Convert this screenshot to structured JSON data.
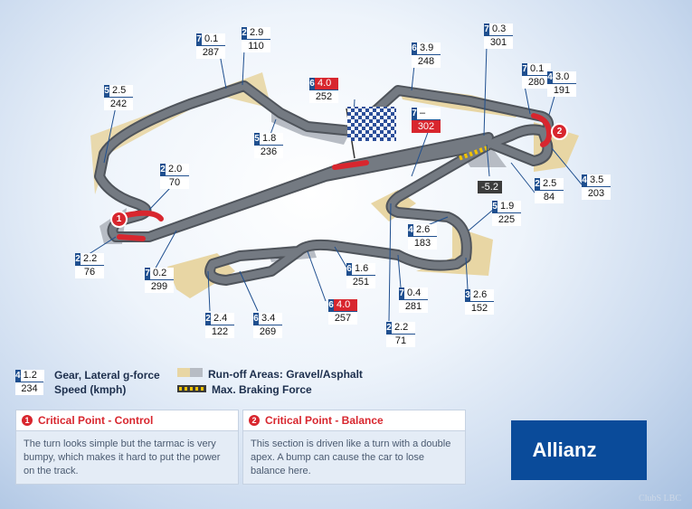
{
  "labels": [
    {
      "id": "l1",
      "gear": "7",
      "gforce": "0.1",
      "speed": "287"
    },
    {
      "id": "l2",
      "gear": "2",
      "gforce": "2.9",
      "speed": "110"
    },
    {
      "id": "l3",
      "gear": "5",
      "gforce": "2.5",
      "speed": "242"
    },
    {
      "id": "l4",
      "gear": "6",
      "gforce": "4.0",
      "speed": "252",
      "gforce_red": true
    },
    {
      "id": "l5",
      "gear": "6",
      "gforce": "3.9",
      "speed": "248"
    },
    {
      "id": "l6",
      "gear": "7",
      "gforce": "0.3",
      "speed": "301"
    },
    {
      "id": "l7",
      "gear": "7",
      "gforce": "0.1",
      "speed": "280"
    },
    {
      "id": "l8",
      "gear": "4",
      "gforce": "3.0",
      "speed": "191"
    },
    {
      "id": "l9",
      "gear": "7",
      "gforce": "–",
      "speed": "302",
      "speed_red": true
    },
    {
      "id": "l10",
      "gear": "5",
      "gforce": "1.8",
      "speed": "236"
    },
    {
      "id": "l11",
      "gear": "2",
      "gforce": "2.0",
      "speed": "70"
    },
    {
      "id": "l12",
      "gear": "2",
      "gforce": "2.5",
      "speed": "84"
    },
    {
      "id": "l13",
      "gear": "4",
      "gforce": "3.5",
      "speed": "203"
    },
    {
      "id": "l14",
      "gear": "5",
      "gforce": "1.9",
      "speed": "225"
    },
    {
      "id": "l15",
      "gear": "4",
      "gforce": "2.6",
      "speed": "183"
    },
    {
      "id": "l16",
      "gear": "2",
      "gforce": "2.2",
      "speed": "76"
    },
    {
      "id": "l17",
      "gear": "7",
      "gforce": "0.2",
      "speed": "299"
    },
    {
      "id": "l18",
      "gear": "6",
      "gforce": "1.6",
      "speed": "251"
    },
    {
      "id": "l19",
      "gear": "3",
      "gforce": "2.6",
      "speed": "152"
    },
    {
      "id": "l20",
      "gear": "7",
      "gforce": "0.4",
      "speed": "281"
    },
    {
      "id": "l21",
      "gear": "6",
      "gforce": "4.0",
      "speed": "257",
      "gforce_red": true
    },
    {
      "id": "l22",
      "gear": "2",
      "gforce": "2.4",
      "speed": "122"
    },
    {
      "id": "l23",
      "gear": "6",
      "gforce": "3.4",
      "speed": "269"
    },
    {
      "id": "l24",
      "gear": "2",
      "gforce": "2.2",
      "speed": "71"
    }
  ],
  "braking_value": "-5.2",
  "markers": {
    "m1": "1",
    "m2": "2"
  },
  "legend": {
    "sample_gear": "4",
    "sample_gforce": "1.2",
    "sample_speed": "234",
    "gear_gforce": "Gear, Lateral g-force",
    "speed": "Speed (kmph)",
    "runoff": "Run-off Areas: Gravel/Asphalt",
    "braking": "Max. Braking Force"
  },
  "panels": [
    {
      "num": "1",
      "title": "Critical Point - Control",
      "body": "The turn looks simple but the tarmac is very bumpy, which makes it hard to put the power on the track."
    },
    {
      "num": "2",
      "title": "Critical Point - Balance",
      "body": "This section is driven like a turn with a double apex. A bump can cause the car to lose balance here."
    }
  ],
  "brand": "Allianz",
  "watermark": "ClubS LBC",
  "colors": {
    "accent": "#d8262e",
    "brand": "#0a4b9a",
    "gear_box": "#1f4f8f",
    "track": "#5a6068"
  }
}
